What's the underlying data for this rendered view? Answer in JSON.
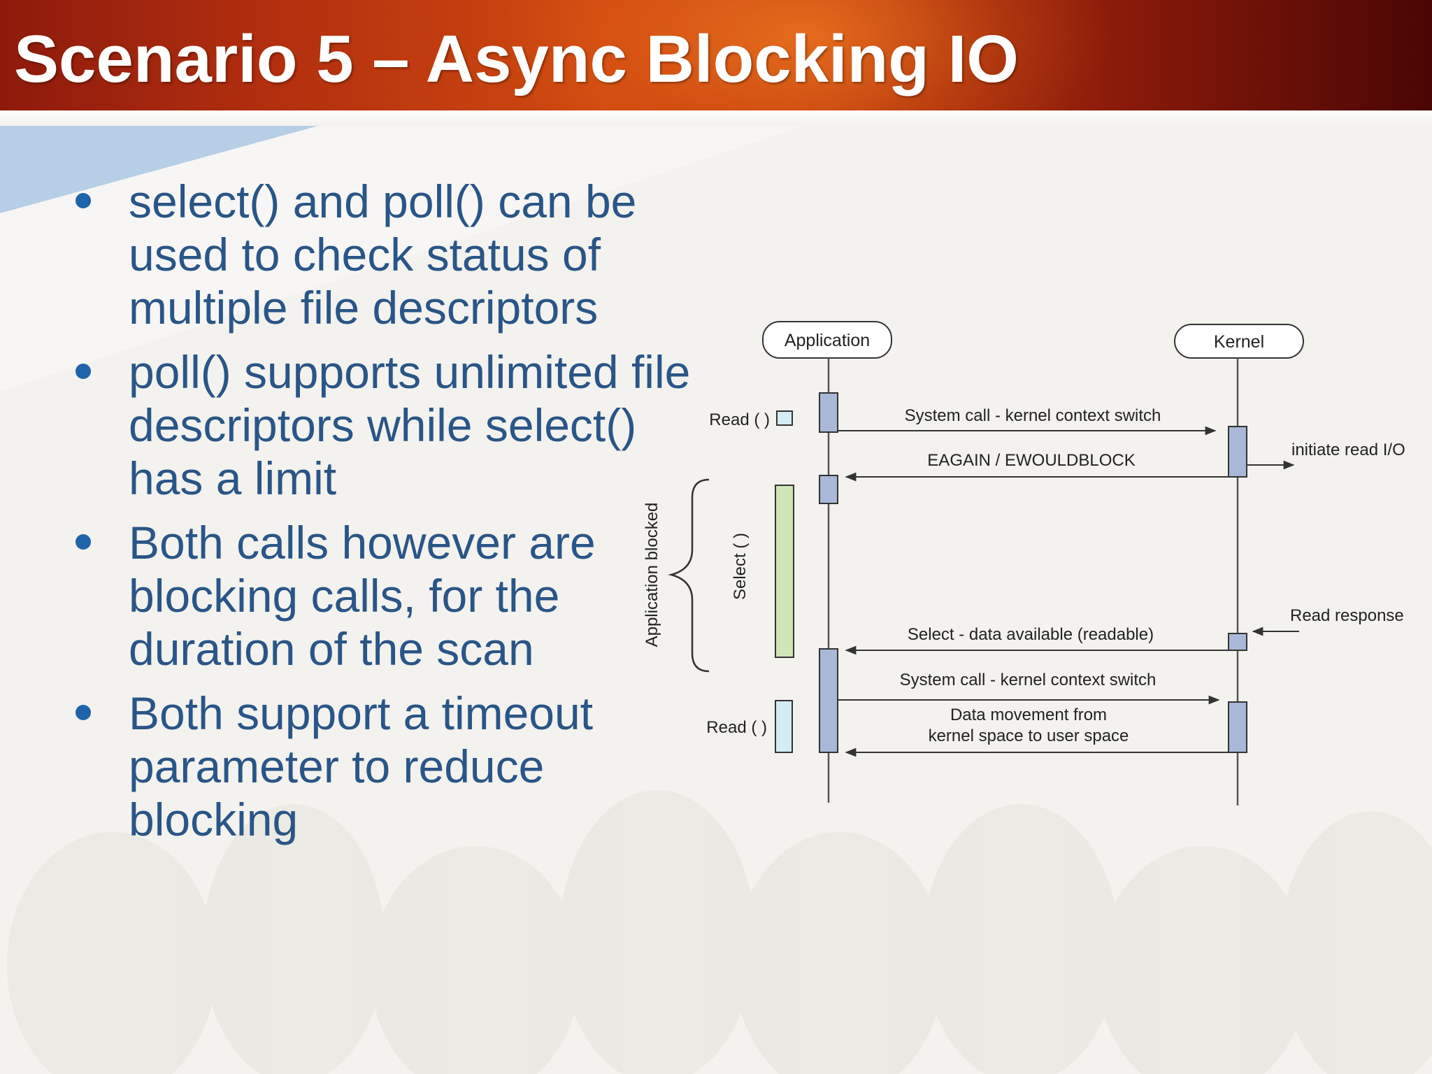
{
  "slide": {
    "title": "Scenario 5 – Async Blocking IO",
    "bullets": [
      "select() and poll() can be used to check status of multiple file descriptors",
      "poll() supports unlimited file descriptors while select() has a limit",
      "Both calls however are blocking calls, for the duration of the scan",
      "Both support a timeout parameter to reduce blocking"
    ]
  },
  "diagram": {
    "lifelines": {
      "application": "Application",
      "kernel": "Kernel"
    },
    "left_labels": {
      "read_1": "Read ( )",
      "read_2": "Read ( )",
      "select": "Select ( )",
      "app_blocked": "Application blocked"
    },
    "messages": {
      "syscall_1": "System call - kernel context switch",
      "eagain": "EAGAIN / EWOULDBLOCK",
      "select_avail": "Select - data available (readable)",
      "syscall_2": "System call - kernel context switch",
      "data_move_1": "Data movement from",
      "data_move_2": "kernel space to user space"
    },
    "right_labels": {
      "initiate": "initiate read I/O",
      "read_response": "Read response"
    }
  },
  "colors": {
    "title_text": "#ffffff",
    "bullet_text": "#2a5587",
    "bullet_dot": "#1f63a8",
    "activation_box": "#a9b8d8",
    "select_bar": "#cfe6b6",
    "read_box": "#d4ecf4"
  }
}
